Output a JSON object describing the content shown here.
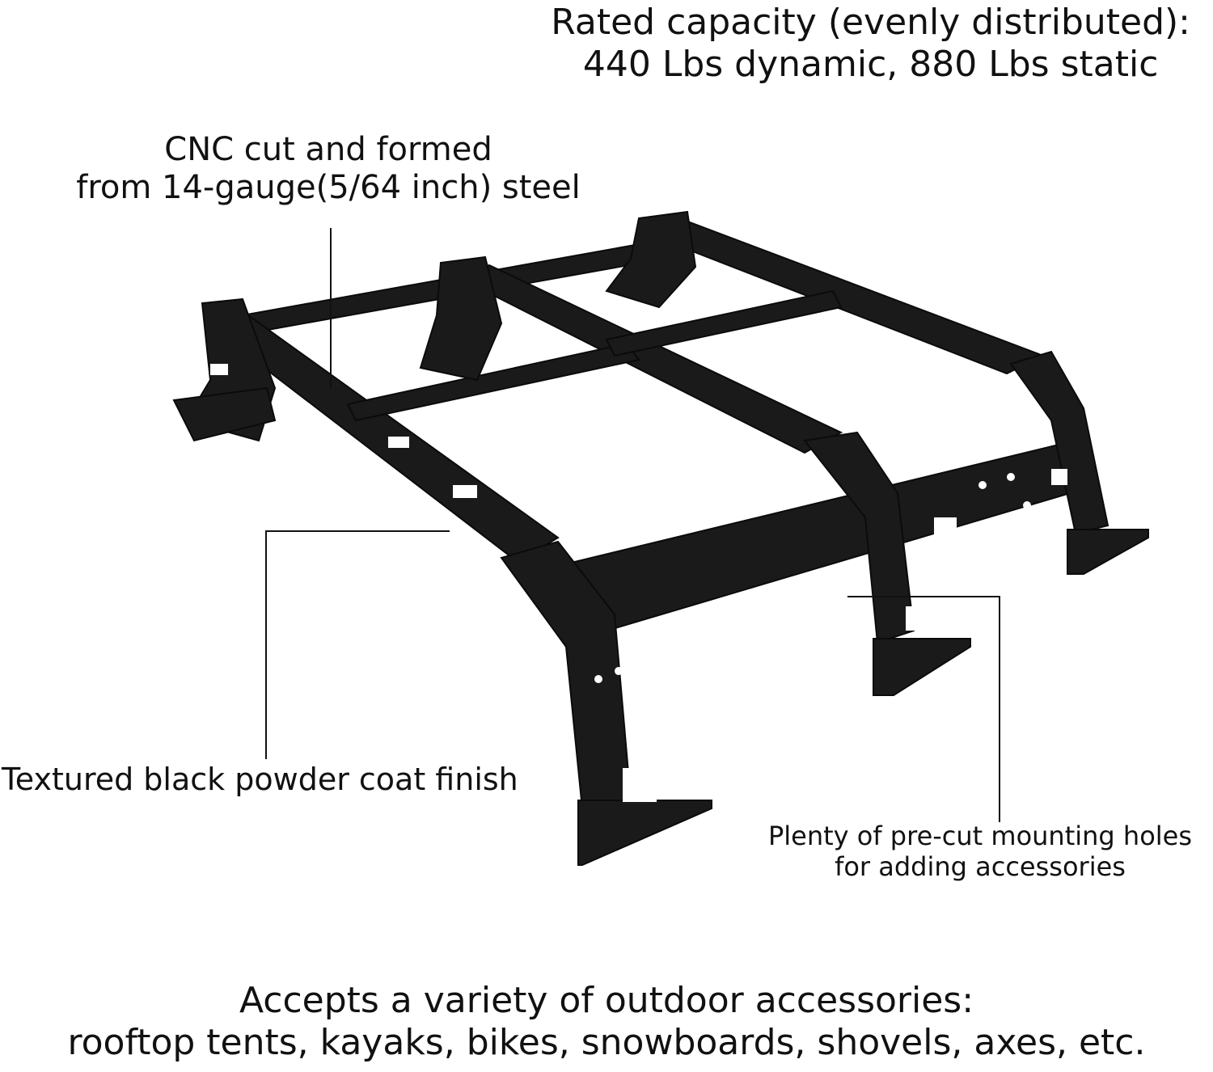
{
  "callouts": {
    "capacity": {
      "line1": "Rated capacity (evenly distributed):",
      "line2": "440 Lbs dynamic, 880 Lbs static"
    },
    "cnc": {
      "line1": "CNC cut and formed",
      "line2": "from 14-gauge(5/64 inch) steel"
    },
    "finish": {
      "line1": "Textured black powder coat finish"
    },
    "holes": {
      "line1": "Plenty of pre-cut mounting holes",
      "line2": "for adding accessories"
    }
  },
  "caption": {
    "line1": "Accepts a variety of outdoor accessories:",
    "line2": "rooftop tents, kayaks, bikes, snowboards, shovels, axes, etc."
  },
  "colors": {
    "background": "#ffffff",
    "text": "#111111",
    "rack": "#1a1a1a",
    "rack_highlight": "#3a3a3a"
  }
}
